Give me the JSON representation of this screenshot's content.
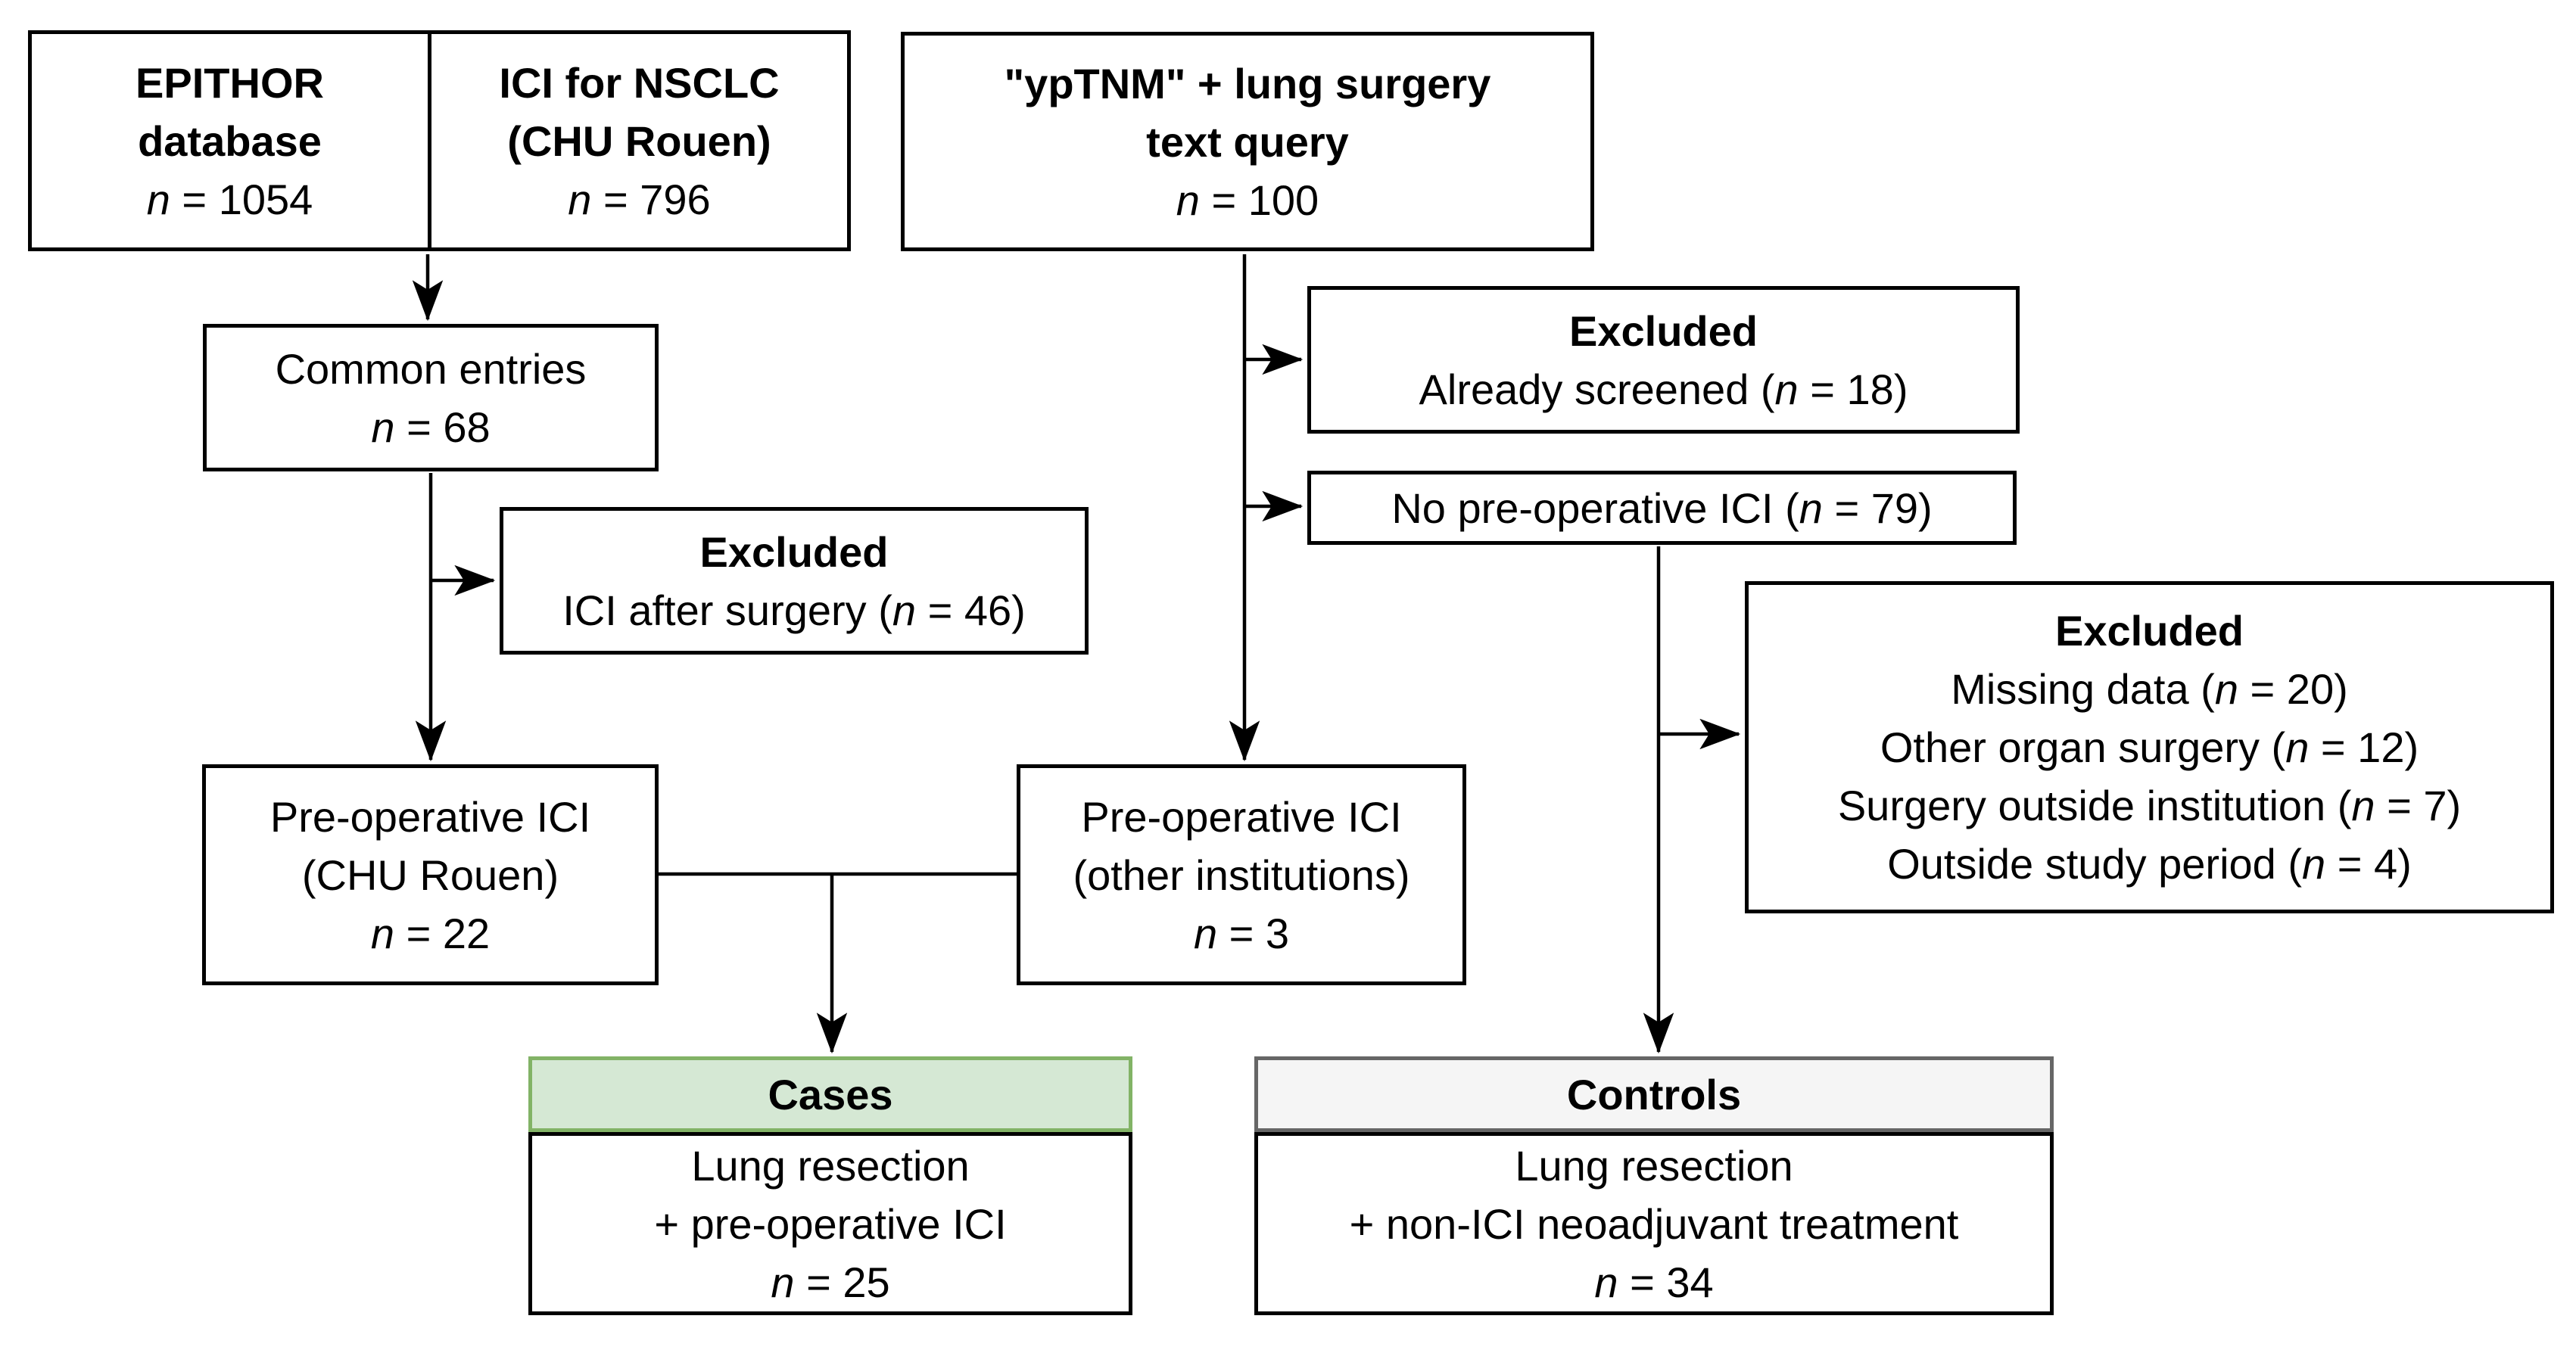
{
  "nodes": {
    "source_left": {
      "line1": "EPITHOR",
      "line2": "database",
      "count": "n = 1054"
    },
    "source_right": {
      "line1": "ICI for NSCLC",
      "line2": "(CHU Rouen)",
      "count": "n = 796"
    },
    "query": {
      "line1": "\"ypTNM\" + lung surgery",
      "line2": "text query",
      "count": "n = 100"
    },
    "common_entries": {
      "line1": "Common entries",
      "count": "n = 68"
    },
    "excluded_screened": {
      "title": "Excluded",
      "line1": "Already screened (n = 18)"
    },
    "no_preop_ici": {
      "line1": "No pre-operative ICI (n = 79)"
    },
    "excluded_ici_after": {
      "title": "Excluded",
      "line1": "ICI after surgery (n = 46)"
    },
    "excluded_other": {
      "title": "Excluded",
      "line1": "Missing data (n = 20)",
      "line2": "Other organ surgery (n = 12)",
      "line3": "Surgery outside institution (n = 7)",
      "line4": "Outside study period (n = 4)"
    },
    "preop_chu": {
      "line1": "Pre-operative ICI",
      "line2": "(CHU Rouen)",
      "count": "n = 22"
    },
    "preop_other": {
      "line1": "Pre-operative ICI",
      "line2": "(other institutions)",
      "count": "n = 3"
    },
    "cases": {
      "header": "Cases",
      "line1": "Lung resection",
      "line2": "+ pre-operative ICI",
      "count": "n = 25"
    },
    "controls": {
      "header": "Controls",
      "line1": "Lung resection",
      "line2": "+ non-ICI neoadjuvant treatment",
      "count": "n = 34"
    }
  },
  "colors": {
    "box_border": "#000000",
    "arrow": "#000000",
    "cases_header_fill": "#d5e8d4",
    "cases_header_border": "#82b366",
    "controls_header_fill": "#f5f5f5",
    "controls_header_border": "#666666"
  }
}
